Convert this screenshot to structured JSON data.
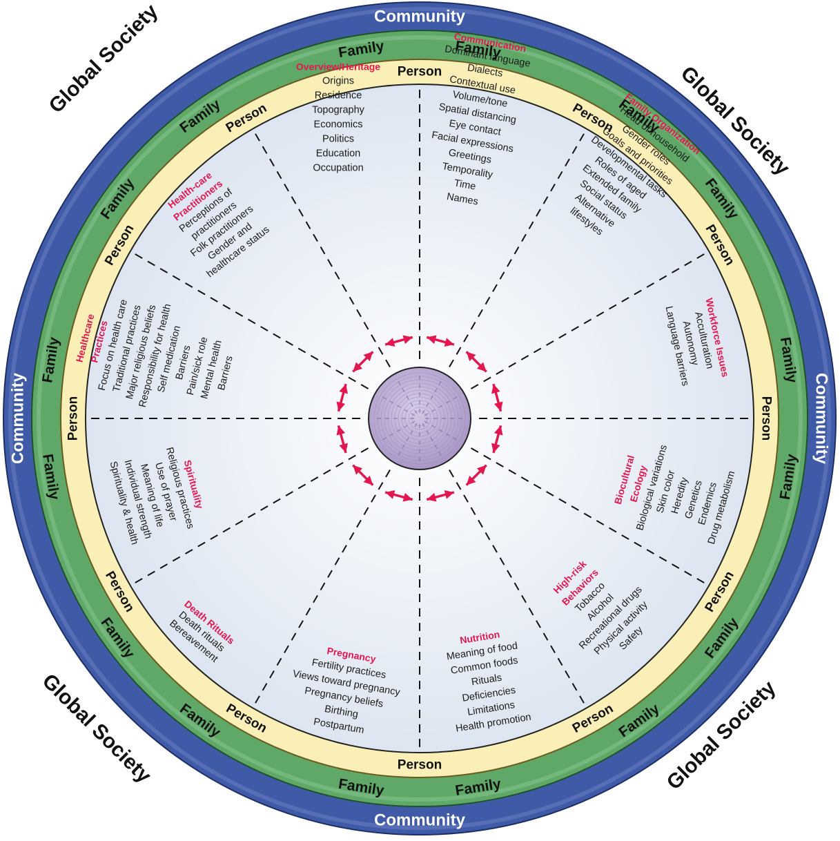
{
  "colors": {
    "community_ring": "#3f5aa6",
    "family_ring": "#5fa867",
    "person_ring": "#fbefb8",
    "inner_disc": "#e7edf6",
    "center_disc": "#b8a9d2",
    "title_accent": "#e3174f",
    "arrow_color": "#e3174f"
  },
  "labels": {
    "global_society": "Global Society",
    "community": "Community",
    "family": "Family",
    "person": "Person"
  },
  "sections": [
    {
      "title": [
        "Overview/Heritage"
      ],
      "items": [
        "Origins",
        "Residence",
        "Topography",
        "Economics",
        "Politics",
        "Education",
        "Occupation"
      ]
    },
    {
      "title": [
        "Communication"
      ],
      "items": [
        "Dominant language",
        "Dialects",
        "Contextual use",
        "Volume/tone",
        "Spatial distancing",
        "Eye contact",
        "Facial expressions",
        "Greetings",
        "Temporality",
        "Time",
        "Names"
      ]
    },
    {
      "title": [
        "Family Organization"
      ],
      "items": [
        "Head of household",
        "Gender roles",
        "Goals and priorities",
        "Developmental tasks",
        "Roles of aged",
        "Extended family",
        "Social status",
        "Alternative",
        "lifestyles"
      ]
    },
    {
      "title": [
        "Workforce Issues"
      ],
      "items": [
        "Acculturation",
        "Autonomy",
        "Language barriers"
      ]
    },
    {
      "title": [
        "Biocultural",
        "Ecology"
      ],
      "items": [
        "Biological variations",
        "Skin color",
        "Heredity",
        "Genetics",
        "Endemics",
        "Drug metabolism"
      ]
    },
    {
      "title": [
        "High-risk",
        "Behaviors"
      ],
      "items": [
        "Tobacco",
        "Alcohol",
        "Recreational drugs",
        "Physical activity",
        "Safety"
      ]
    },
    {
      "title": [
        "Nutrition"
      ],
      "items": [
        "Meaning of food",
        "Common foods",
        "Rituals",
        "Deficiencies",
        "Limitations",
        "Health promotion"
      ]
    },
    {
      "title": [
        "Pregnancy"
      ],
      "items": [
        "Fertility practices",
        "Views toward pregnancy",
        "Pregnancy beliefs",
        "Birthing",
        "Postpartum"
      ]
    },
    {
      "title": [
        "Death Rituals"
      ],
      "items": [
        "Death rituals",
        "Bereavement"
      ]
    },
    {
      "title": [
        "Spirituality"
      ],
      "items": [
        "Religious practices",
        "Use of prayer",
        "Meaning of life",
        "Individual strength",
        "Spirituality & health"
      ]
    },
    {
      "title": [
        "Healthcare",
        "Practices"
      ],
      "items": [
        "Focus on health care",
        "Traditional practices",
        "Major religious beliefs",
        "Responsibility for health",
        "Self medication",
        "Barriers",
        "Pain/sick role",
        "Mental health",
        "Barriers"
      ]
    },
    {
      "title": [
        "Health-care",
        "Practitioners"
      ],
      "items": [
        "Perceptions of",
        "practitioners",
        "Folk practitioners",
        "Gender and",
        "healthcare status"
      ]
    }
  ]
}
